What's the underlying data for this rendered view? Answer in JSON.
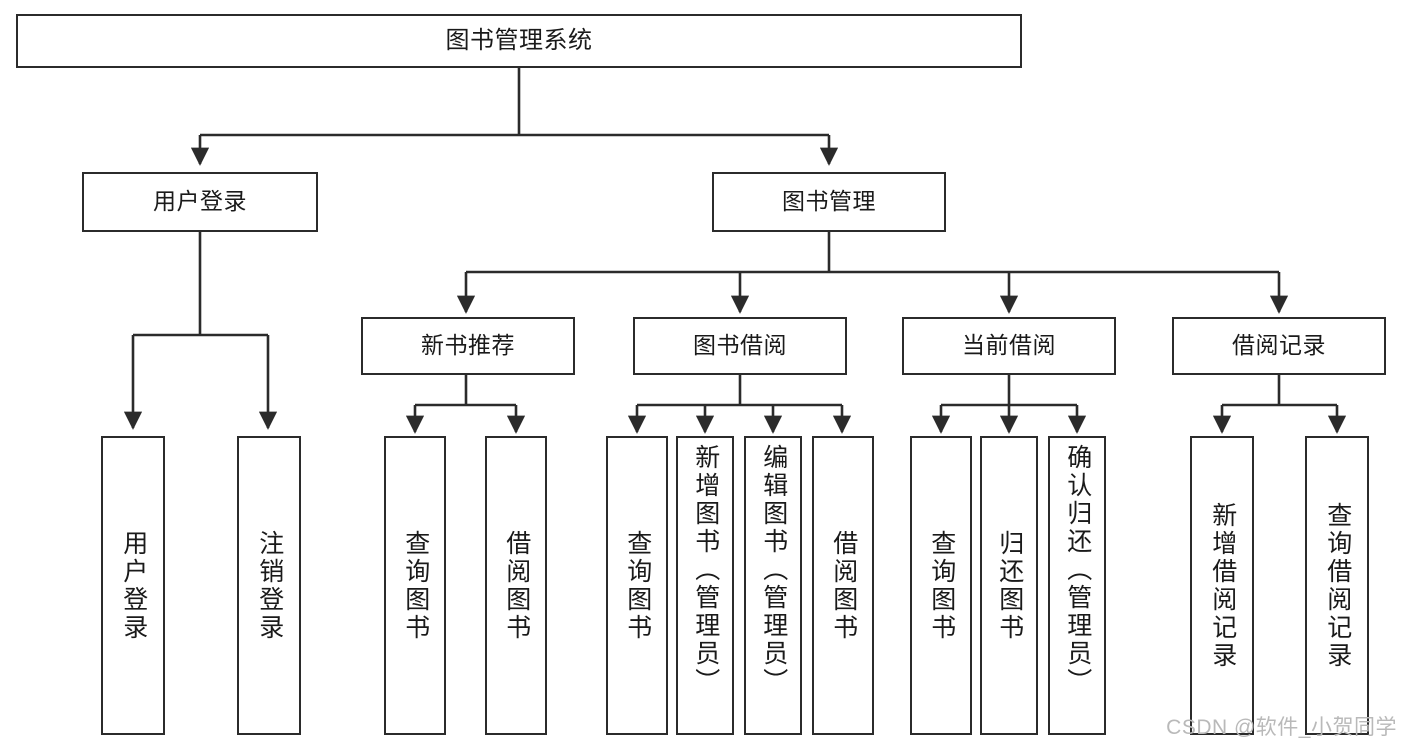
{
  "diagram": {
    "title": "图书管理系统",
    "watermark": "CSDN @软件_小贺同学",
    "colors": {
      "box_border": "#2b2b2b",
      "box_fill": "#ffffff",
      "connector": "#2b2b2b",
      "text": "#1a1a1a",
      "watermark": "#b9b9b9",
      "background": "#ffffff"
    },
    "root": {
      "label": "图书管理系统"
    },
    "level2": [
      {
        "label": "用户登录"
      },
      {
        "label": "图书管理"
      }
    ],
    "level3": [
      {
        "label": "新书推荐"
      },
      {
        "label": "图书借阅"
      },
      {
        "label": "当前借阅"
      },
      {
        "label": "借阅记录"
      }
    ],
    "leaves": {
      "user_login": [
        {
          "label": "用户登录"
        },
        {
          "label": "注销登录"
        }
      ],
      "new_book_recommend": [
        {
          "label": "查询图书"
        },
        {
          "label": "借阅图书"
        }
      ],
      "book_borrow": [
        {
          "label": "查询图书"
        },
        {
          "label": "新增图书（管理员）"
        },
        {
          "label": "编辑图书（管理员）"
        },
        {
          "label": "借阅图书"
        }
      ],
      "current_borrow": [
        {
          "label": "查询图书"
        },
        {
          "label": "归还图书"
        },
        {
          "label": "确认归还（管理员）"
        }
      ],
      "borrow_record": [
        {
          "label": "新增借阅记录"
        },
        {
          "label": "查询借阅记录"
        }
      ]
    }
  }
}
